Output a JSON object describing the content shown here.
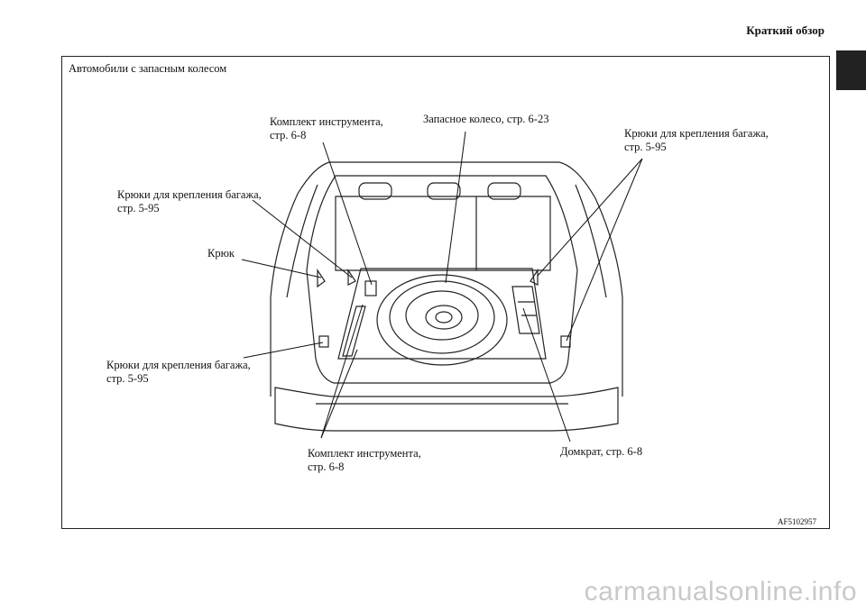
{
  "header": {
    "title": "Краткий обзор"
  },
  "figure": {
    "caption": "Автомобили с запасным колесом",
    "id": "AF5102957"
  },
  "callouts": {
    "toolkit_top": {
      "line1": "Комплект инструмента,",
      "line2": "стр. 6-8"
    },
    "spare_wheel": {
      "line1": "Запасное колесо, стр. 6-23"
    },
    "hooks_top_right": {
      "line1": "Крюки для крепления багажа,",
      "line2": "стр. 5-95"
    },
    "hooks_left_upper": {
      "line1": "Крюки для крепления багажа,",
      "line2": "стр. 5-95"
    },
    "hook": {
      "line1": "Крюк"
    },
    "hooks_left_lower": {
      "line1": "Крюки для крепления багажа,",
      "line2": "стр. 5-95"
    },
    "toolkit_bottom": {
      "line1": "Комплект инструмента,",
      "line2": "стр. 6-8"
    },
    "jack": {
      "line1": "Домкрат, стр. 6-8"
    }
  },
  "watermark": "carmanualsonline.info"
}
